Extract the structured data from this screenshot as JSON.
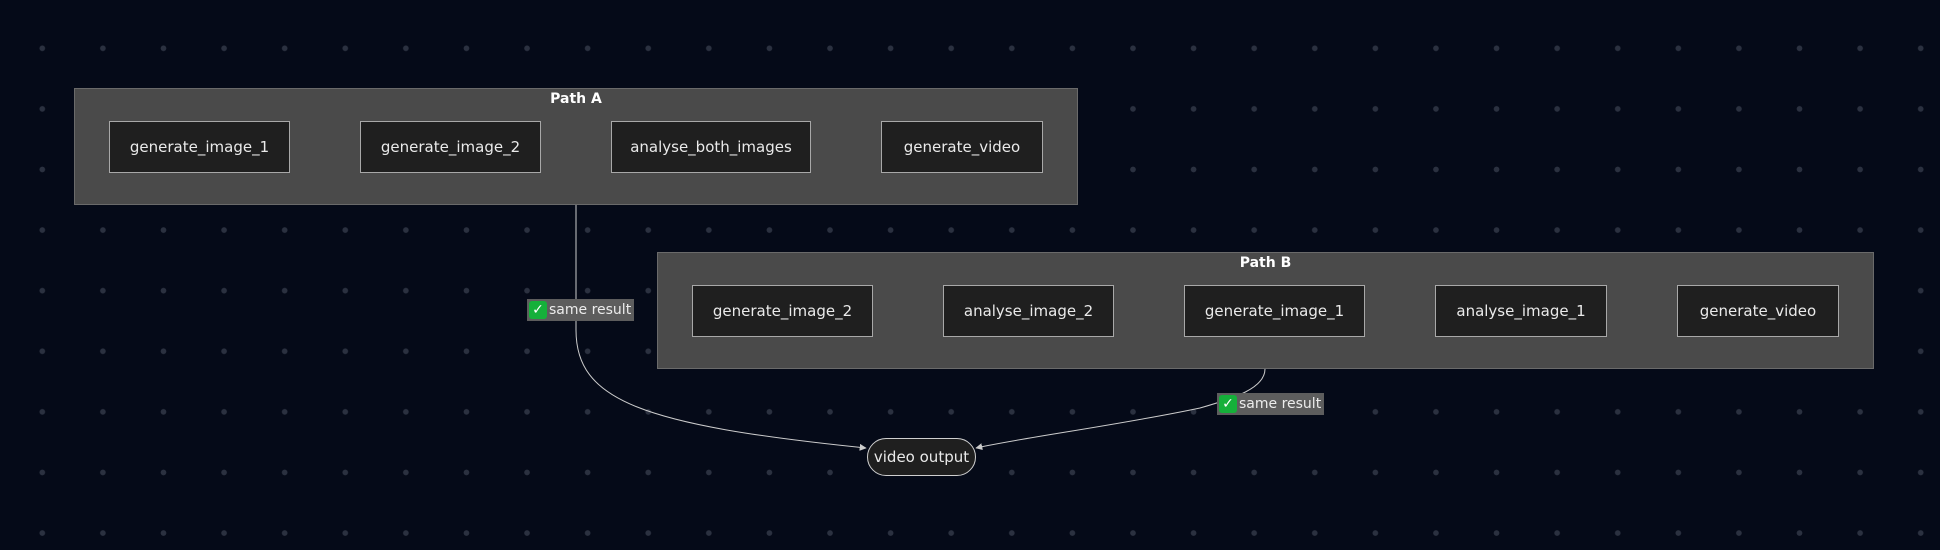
{
  "diagram": {
    "groups": [
      {
        "id": "path_a",
        "title": "Path A",
        "nodes": [
          "generate_image_1",
          "generate_image_2",
          "analyse_both_images",
          "generate_video"
        ]
      },
      {
        "id": "path_b",
        "title": "Path B",
        "nodes": [
          "generate_image_2",
          "analyse_image_2",
          "generate_image_1",
          "analyse_image_1",
          "generate_video"
        ]
      }
    ],
    "output": {
      "label": "video output"
    },
    "edge_labels": [
      {
        "from": "Path A",
        "to": "video output",
        "text": "same result",
        "icon": "check-mark-icon"
      },
      {
        "from": "Path B",
        "to": "video output",
        "text": "same result",
        "icon": "check-mark-icon"
      }
    ],
    "colors": {
      "background": "#050a18",
      "group_fill": "#4a4a4a",
      "node_fill": "#1f1f1f",
      "edge": "#cccccc",
      "check": "#15b03a"
    }
  }
}
